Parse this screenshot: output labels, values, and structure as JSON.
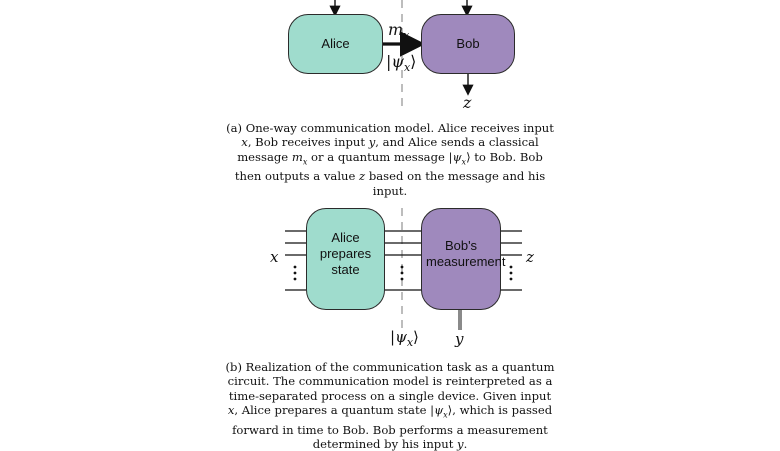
{
  "figure_a": {
    "alice_label": "Alice",
    "bob_label": "Bob",
    "message_classical": "m_x",
    "message_quantum": "|ψx⟩",
    "output_label": "z",
    "caption": "(a) One-way communication model. Alice receives input x, Bob receives input y, and Alice sends a classical message mx or a quantum message |ψx⟩ to Bob. Bob then outputs a value z based on the message and his input."
  },
  "figure_b": {
    "alice_label": "Alice prepares state",
    "bob_label": "Bob's measurement",
    "input_label": "x",
    "output_label": "z",
    "state_label": "|ψx⟩",
    "bob_input_label": "y",
    "caption": "(b) Realization of the communication task as a quantum circuit. The communication model is reinterpreted as a time-separated process on a single device. Given input x, Alice prepares a quantum state |ψx⟩, which is passed forward in time to Bob. Bob performs a measurement determined by his input y."
  },
  "colors": {
    "alice_fill": "#9fdccd",
    "bob_fill": "#9f89bd",
    "divider": "#bdbdbd"
  }
}
